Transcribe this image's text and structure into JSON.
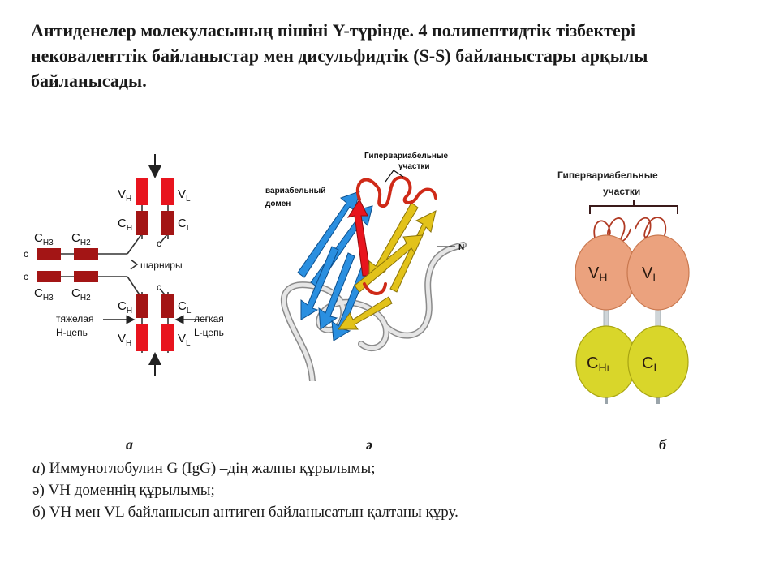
{
  "title_lines": [
    "Антиденелер молекуласының пішіні Y-түрінде. 4 полипептидтік тізбектері",
    "нековаленттік байланыстар мен дисульфидтік  (S-S) байланыстары арқылы",
    "байланысады."
  ],
  "fig_a": {
    "vh": "V",
    "vh_sub": "H",
    "vl": "V",
    "vl_sub": "L",
    "ch": "C",
    "ch_sub": "H",
    "cl": "C",
    "cl_sub": "L",
    "ch3": "C",
    "ch3_sub": "H3",
    "ch2": "C",
    "ch2_sub": "H2",
    "c_mark": "c",
    "hinge": "шарниры",
    "heavy_1": "тяжелая",
    "heavy_2": "Н-цепь",
    "light_1": "легкая",
    "light_2": "L-цепь"
  },
  "fig_b": {
    "hyper_1": "Гипервариабельные",
    "hyper_2": "участки",
    "domain_1": "вариабельный",
    "domain_2": "домен",
    "n_term": "N"
  },
  "fig_c": {
    "hyper_1": "Гипервариабельные",
    "hyper_2": "участки",
    "vh": "V",
    "vh_sub": "H",
    "vl": "V",
    "vl_sub": "L",
    "ch": "C",
    "ch_sub": "H",
    "ch_num": "I",
    "cl": "C",
    "cl_sub": "L"
  },
  "panel_letters": {
    "a": "а",
    "b": "ә",
    "c": "б"
  },
  "captions": [
    {
      "prefix": "а",
      "text": ") Иммуноглобулин G (IgG) –дің жалпы құрылымы;"
    },
    {
      "prefix": "ә",
      "text": ")  VH  доменнің құрылымы;"
    },
    {
      "prefix": "",
      "text": "б) VH  мен VL байланысып антиген байланысатын қалтаны құру."
    }
  ],
  "colors": {
    "variable_red": "#e8141e",
    "constant_darkred": "#a31515",
    "strand_blue": "#2a8fe0",
    "strand_yellow": "#e2c21a",
    "v_domain": "#eba27e",
    "c_domain": "#d9d62a"
  }
}
